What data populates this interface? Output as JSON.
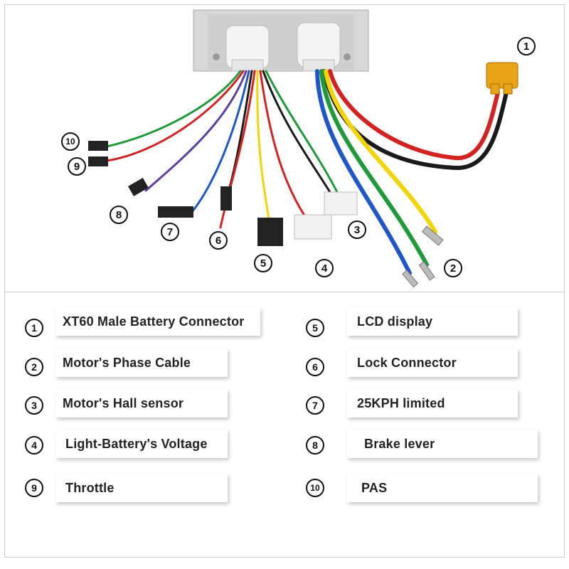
{
  "callouts": [
    {
      "id": "1",
      "label": "1"
    },
    {
      "id": "2",
      "label": "2"
    },
    {
      "id": "3",
      "label": "3"
    },
    {
      "id": "4",
      "label": "4"
    },
    {
      "id": "5",
      "label": "5"
    },
    {
      "id": "6",
      "label": "6"
    },
    {
      "id": "7",
      "label": "7"
    },
    {
      "id": "8",
      "label": "8"
    },
    {
      "id": "9",
      "label": "9"
    },
    {
      "id": "10",
      "label": "10"
    }
  ],
  "legend": [
    {
      "num": "1",
      "text": "XT60 Male Battery Connector"
    },
    {
      "num": "2",
      "text": "Motor's Phase Cable"
    },
    {
      "num": "3",
      "text": "Motor's Hall sensor"
    },
    {
      "num": "4",
      "text": "Light-Battery's Voltage"
    },
    {
      "num": "9",
      "text": "Throttle"
    },
    {
      "num": "5",
      "text": "LCD display"
    },
    {
      "num": "6",
      "text": "Lock Connector"
    },
    {
      "num": "7",
      "text": "25KPH limited"
    },
    {
      "num": "8",
      "text": "Brake lever"
    },
    {
      "num": "10",
      "text": "PAS"
    }
  ],
  "colors": {
    "wire_red": "#d22222",
    "wire_black": "#1a1a1a",
    "wire_yellow": "#f2d400",
    "wire_green": "#1f9a3a",
    "wire_blue": "#1f56c8",
    "wire_purple": "#5b3fa0",
    "connector_yellow": "#e8a317",
    "connector_white": "#f2f2f2",
    "controller_metal": "#c9c9c9"
  }
}
